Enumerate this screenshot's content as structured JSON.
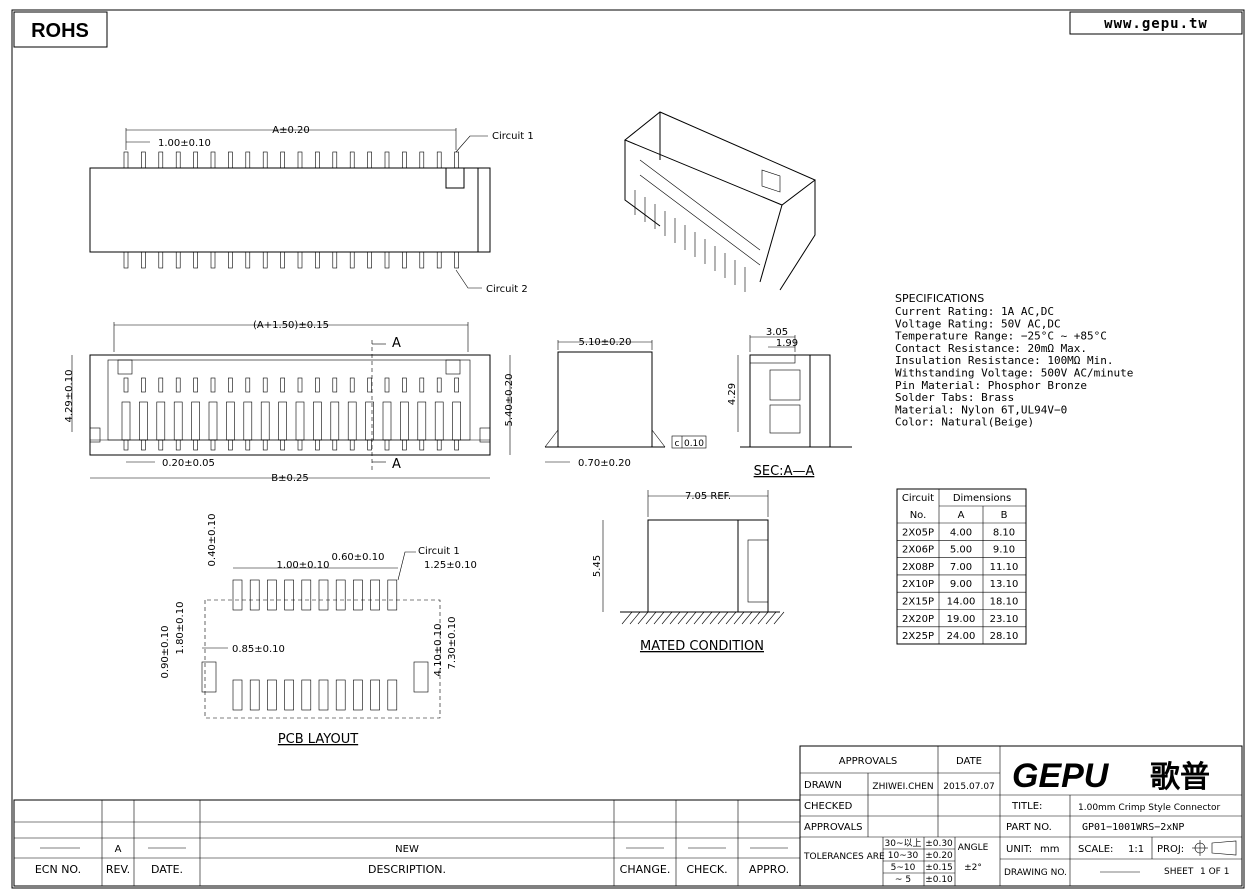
{
  "header": {
    "rohs": "ROHS",
    "website": "www.gepu.tw"
  },
  "top_view": {
    "dim_a": "A±0.20",
    "pitch": "1.00±0.10",
    "circuit1": "Circuit 1",
    "circuit2": "Circuit 2"
  },
  "front_view": {
    "dim_a_plus": "(A+1.50)±0.15",
    "section_mark": "A",
    "height_left": "4.29±0.10",
    "height_right": "5.40±0.20",
    "pin_width": "0.20±0.05",
    "dim_b": "B±0.25"
  },
  "side_view": {
    "width": "5.10±0.20",
    "tab": "0.70±0.20",
    "coplanarity_symbol": "c",
    "coplanarity_value": "0.10"
  },
  "section_view": {
    "d1": "3.05",
    "d2": "1.99",
    "h": "4.29",
    "label": "SEC:A—A"
  },
  "mated": {
    "width": "7.05 REF.",
    "height": "5.45",
    "label": "MATED CONDITION"
  },
  "pcb_layout": {
    "pad_len": "0.40±0.10",
    "pitch": "1.00±0.10",
    "pad_w": "0.60±0.10",
    "circuit1": "Circuit 1",
    "edge": "1.25±0.10",
    "h1": "0.90±0.10",
    "h2": "1.80±0.10",
    "tab_w": "0.85±0.10",
    "h3": "4.10±0.10",
    "h4": "7.30±0.10",
    "label": "PCB LAYOUT"
  },
  "specifications": {
    "title": "SPECIFICATIONS",
    "lines": [
      "Current Rating: 1A AC,DC",
      "Voltage Rating: 50V AC,DC",
      "Temperature Range: −25°C ~ +85°C",
      "Contact Resistance: 20mΩ Max.",
      "Insulation Resistance: 100MΩ Min.",
      "Withstanding Voltage: 500V AC/minute",
      "Pin Material: Phosphor Bronze",
      "Solder Tabs: Brass",
      "Material: Nylon 6T,UL94V−0",
      "Color: Natural(Beige)"
    ]
  },
  "dimension_table": {
    "headers": [
      "Circuit",
      "Dimensions",
      "No.",
      "A",
      "B"
    ],
    "rows": [
      [
        "2X05P",
        "4.00",
        "8.10"
      ],
      [
        "2X06P",
        "5.00",
        "9.10"
      ],
      [
        "2X08P",
        "7.00",
        "11.10"
      ],
      [
        "2X10P",
        "9.00",
        "13.10"
      ],
      [
        "2X15P",
        "14.00",
        "18.10"
      ],
      [
        "2X20P",
        "19.00",
        "23.10"
      ],
      [
        "2X25P",
        "24.00",
        "28.10"
      ]
    ]
  },
  "revision_block": {
    "rev": "A",
    "desc": "NEW",
    "headers": [
      "ECN NO.",
      "REV.",
      "DATE.",
      "DESCRIPTION.",
      "CHANGE.",
      "CHECK.",
      "APPRO."
    ]
  },
  "title_block": {
    "approvals_header": "APPROVALS",
    "date_header": "DATE",
    "drawn_label": "DRAWN",
    "drawn_by": "ZHIWEI.CHEN",
    "drawn_date": "2015.07.07",
    "checked_label": "CHECKED",
    "approvals_label": "APPROVALS",
    "tolerances_label": "TOLERANCES ARE",
    "tol_rows": [
      [
        "30~以上",
        "±0.30"
      ],
      [
        "10~30",
        "±0.20"
      ],
      [
        "5~10",
        "±0.15"
      ],
      [
        "~ 5",
        "±0.10"
      ]
    ],
    "angle_label": "ANGLE",
    "angle_value": "±2°",
    "logo": "GEPU",
    "logo_cn": "歌普",
    "title_label": "TITLE:",
    "title_value": "1.00mm Crimp Style Connector",
    "part_label": "PART NO.",
    "part_value": "GP01−1001WRS−2xNP",
    "unit_label": "UNIT:",
    "unit_value": "mm",
    "scale_label": "SCALE:",
    "scale_value": "1:1",
    "proj_label": "PROJ:",
    "drawing_label": "DRAWING NO.",
    "sheet_label": "SHEET",
    "sheet_value": "1 OF 1"
  }
}
